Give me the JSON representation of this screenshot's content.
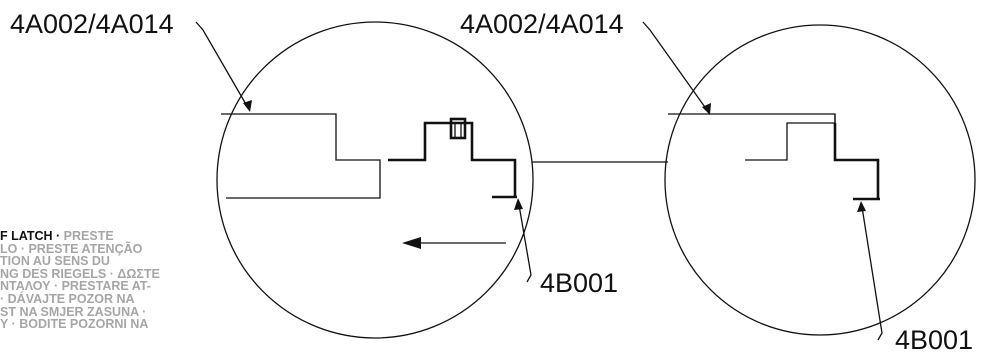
{
  "labels": {
    "left_part": "4A002/4A014",
    "right_part": "4A002/4A014",
    "left_clip": "4B001",
    "right_clip": "4B001"
  },
  "caution": {
    "lead": "F LATCH · ",
    "lines": [
      "PRESTE",
      "LO · PRESTE ATENÇÃO",
      "TION AU SENS DU",
      "NG DES RIEGELS · ΔΩΣΤΕ",
      "ΝΤΑΛΟΥ · PRESTARE AT-",
      "· DÁVAJTE POZOR NA",
      "ST NA SMJER ZASUNA ·",
      "Y · BODITE POZORNI NA"
    ]
  }
}
